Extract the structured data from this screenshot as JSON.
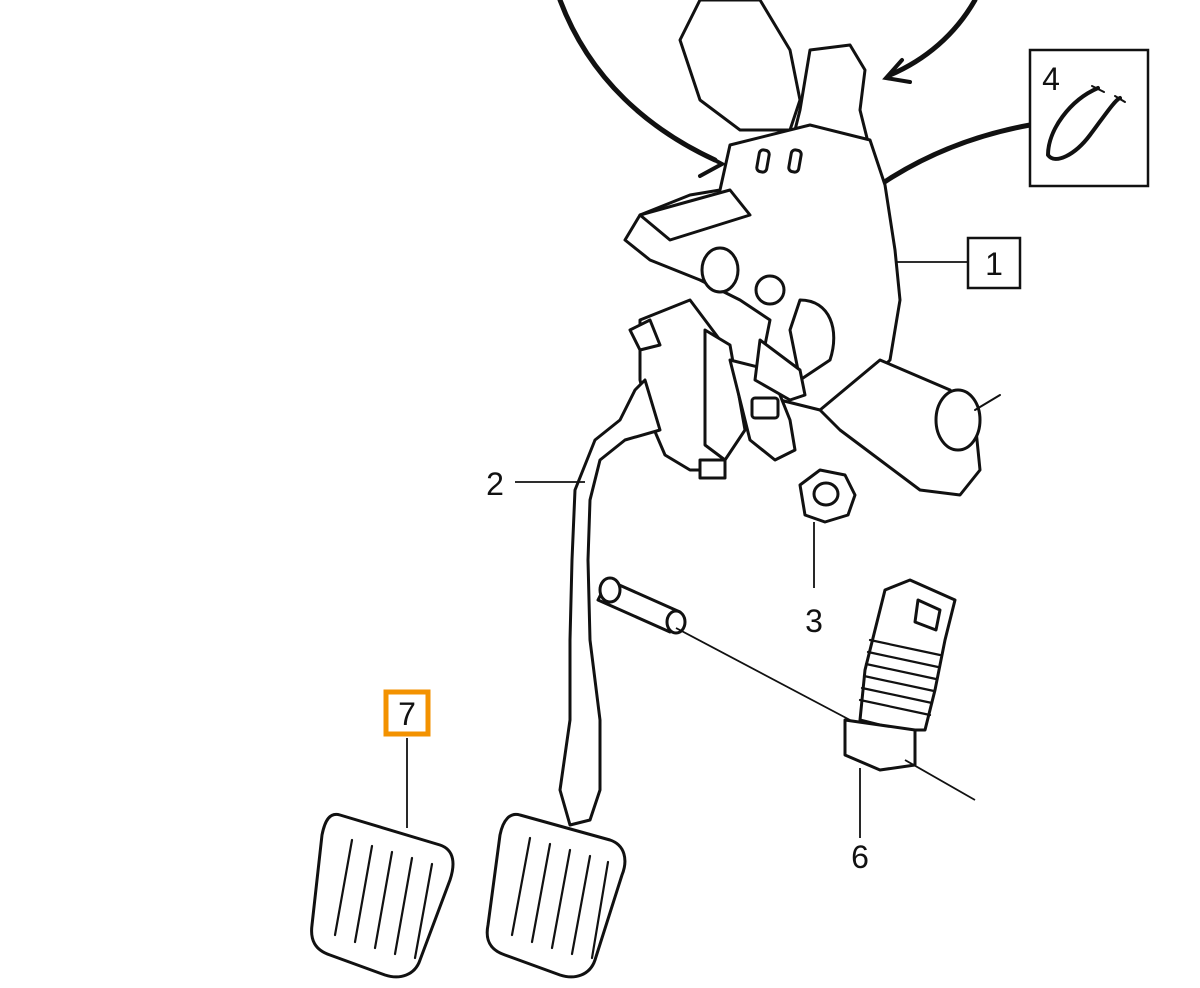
{
  "callouts": {
    "c1": "1",
    "c2": "2",
    "c3": "3",
    "c4": "4",
    "c6": "6",
    "c7": "7"
  },
  "colors": {
    "highlight": "#f39200",
    "line": "#111111",
    "background": "#ffffff"
  }
}
